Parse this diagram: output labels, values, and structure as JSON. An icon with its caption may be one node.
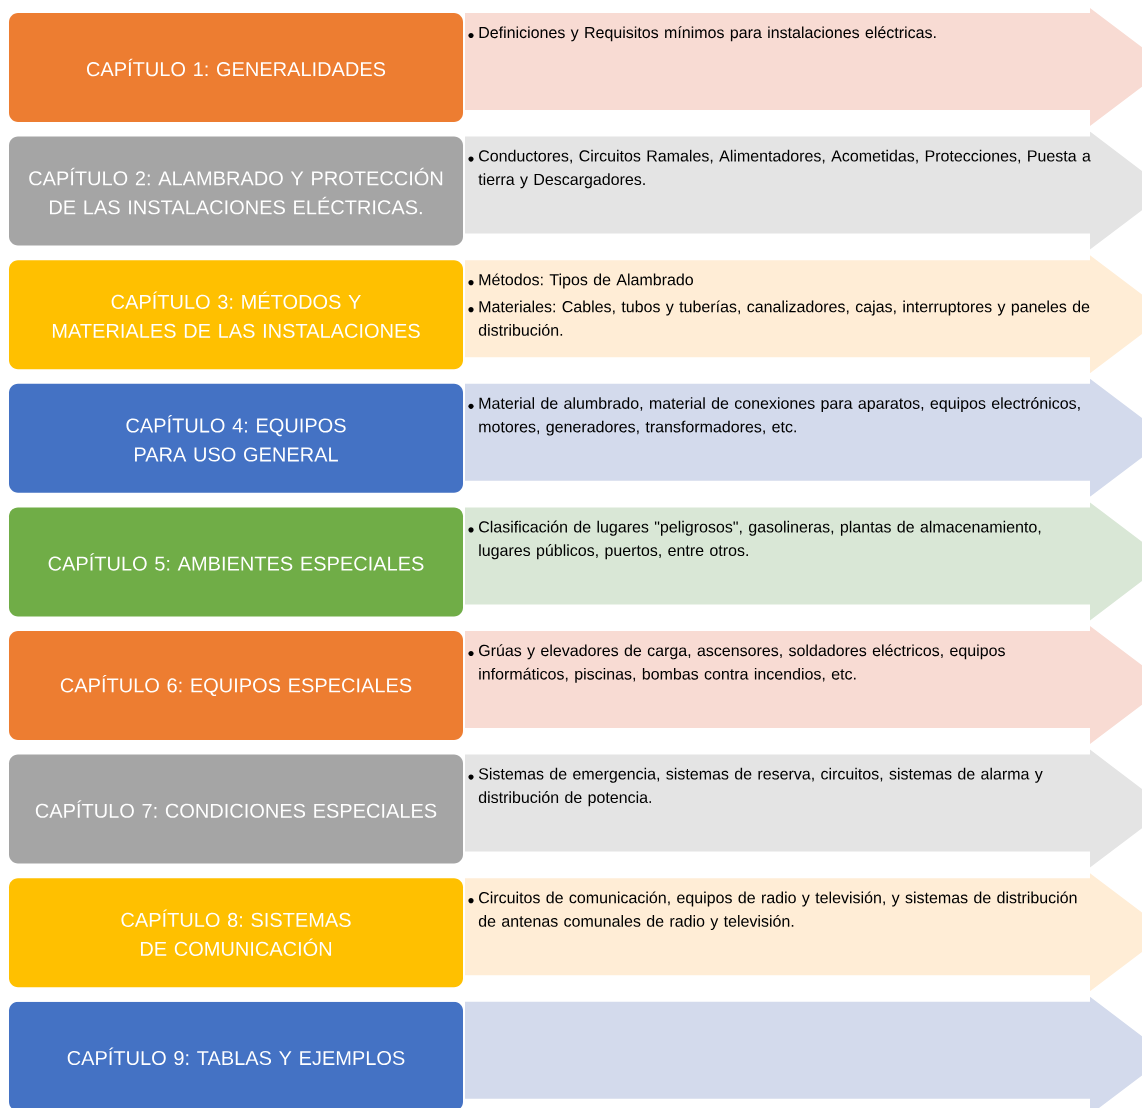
{
  "diagram": {
    "nodes": [
      {
        "text": [
          "CAPÍTULO 1: GENERALIDADES"
        ]
      },
      {
        "text": [
          "Definiciones y Requisitos mínimos para instalaciones eléctricas."
        ]
      },
      {
        "text": [
          "CAPÍTULO 2: ALAMBRADO Y PROTECCIÓN DE LAS INSTALACIONES ELÉCTRICAS."
        ]
      },
      {
        "text": [
          "Conductores, Circuitos Ramales, Alimentadores, Acometidas, Protecciones, Puesta a tierra y Descargadores."
        ]
      },
      {
        "text": [
          "CAPÍTULO 3: MÉTODOS Y MATERIALES DE LAS INSTALACIONES"
        ]
      },
      {
        "text": [
          "Métodos: Tipos de Alambrado",
          "Materiales: Cables, tubos y tuberías, canalizadores, cajas, interruptores y paneles de distribución."
        ]
      },
      {
        "text": [
          "CAPÍTULO 4: EQUIPOS PARA USO GENERAL"
        ]
      },
      {
        "text": [
          "Material de alumbrado, material de conexiones para aparatos, equipos electrónicos, motores, generadores, transformadores, etc."
        ]
      },
      {
        "text": [
          "CAPÍTULO 5: AMBIENTES ESPECIALES"
        ]
      },
      {
        "text": [
          "Clasificación de lugares \"peligrosos\", gasolineras, plantas de almacenamiento, lugares públicos, puertos, entre otros."
        ]
      },
      {
        "text": [
          "CAPÍTULO 6: EQUIPOS ESPECIALES"
        ]
      },
      {
        "text": [
          "Grúas y elevadores de carga, ascensores, soldadores eléctricos, equipos informáticos, piscinas, bombas contra incendios, etc."
        ]
      },
      {
        "text": [
          "CAPÍTULO 7: CONDICIONES ESPECIALES"
        ]
      },
      {
        "text": [
          "Sistemas de emergencia, sistemas de reserva, circuitos, sistemas de alarma y distribución de potencia."
        ]
      },
      {
        "text": [
          "CAPÍTULO 8: SISTEMAS DE COMUNICACIÓN"
        ]
      },
      {
        "text": [
          "Circuitos de comunicación, equipos de radio y televisión, y sistemas de distribución de antenas comunales de radio y televisión."
        ]
      },
      {
        "text": [
          "CAPÍTULO 9: TABLAS Y EJEMPLOS"
        ]
      },
      {
        "text": [],
        "shape": "arrow"
      }
    ]
  }
}
